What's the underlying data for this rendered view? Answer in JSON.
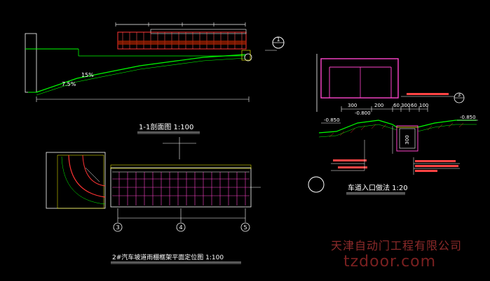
{
  "section_view": {
    "title": "1-1剖面图  1:100",
    "slope_labels": [
      "15%",
      "7.5%"
    ],
    "callout": "1"
  },
  "plan_view": {
    "title": "2#汽车坡道雨棚框架平面定位图  1:100",
    "axes": [
      "3",
      "4",
      "5"
    ]
  },
  "detail_view": {
    "title": "车道入口做法  1:20",
    "dims": [
      "300",
      "200",
      "60",
      "300",
      "60",
      "100"
    ],
    "levels": [
      "-0.850",
      "-0.800",
      "-0.850"
    ],
    "box_dim": "300",
    "callout_upper": "3"
  },
  "watermark": {
    "company": "天津自动门工程有限公司",
    "site": "tzdoor.com"
  },
  "colors": {
    "background": "#000000",
    "line_green": "#00ff00",
    "line_white": "#ffffff",
    "line_red": "#ff3333",
    "line_magenta": "#ff44cc",
    "line_yellow": "#ffff00",
    "line_cyan": "#00ffff"
  }
}
